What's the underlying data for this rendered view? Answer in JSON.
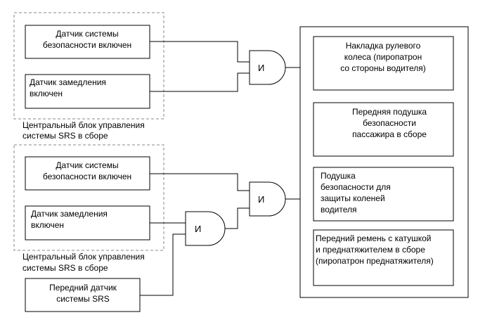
{
  "group_top": {
    "label_lines": [
      "Центральный блок управления",
      "системы SRS в сборе"
    ],
    "sensor_safety_lines": [
      "Датчик системы",
      "безопасности включен"
    ],
    "sensor_decel_lines": [
      "Датчик замедления",
      "включен"
    ]
  },
  "group_bottom": {
    "label_lines": [
      "Центральный блок управления",
      "системы SRS в сборе"
    ],
    "sensor_safety_lines": [
      "Датчик системы",
      "безопасности включен"
    ],
    "sensor_decel_lines": [
      "Датчик замедления",
      "включен"
    ]
  },
  "front_sensor_lines": [
    "Передний датчик",
    "системы SRS"
  ],
  "gate_label": "И",
  "outputs": [
    {
      "lines": [
        "Накладка рулевого",
        "колеса (пиропатрон",
        "со стороны водителя)"
      ]
    },
    {
      "lines": [
        "Передняя подушка",
        "безопасности",
        "пассажира в сборе"
      ]
    },
    {
      "lines": [
        "Подушка",
        "безопасности для",
        "защиты коленей",
        "водителя"
      ]
    },
    {
      "lines": [
        "Передний ремень с катушкой",
        "и преднатяжителем в сборе",
        "(пиропатрон преднатяжителя)"
      ]
    }
  ]
}
